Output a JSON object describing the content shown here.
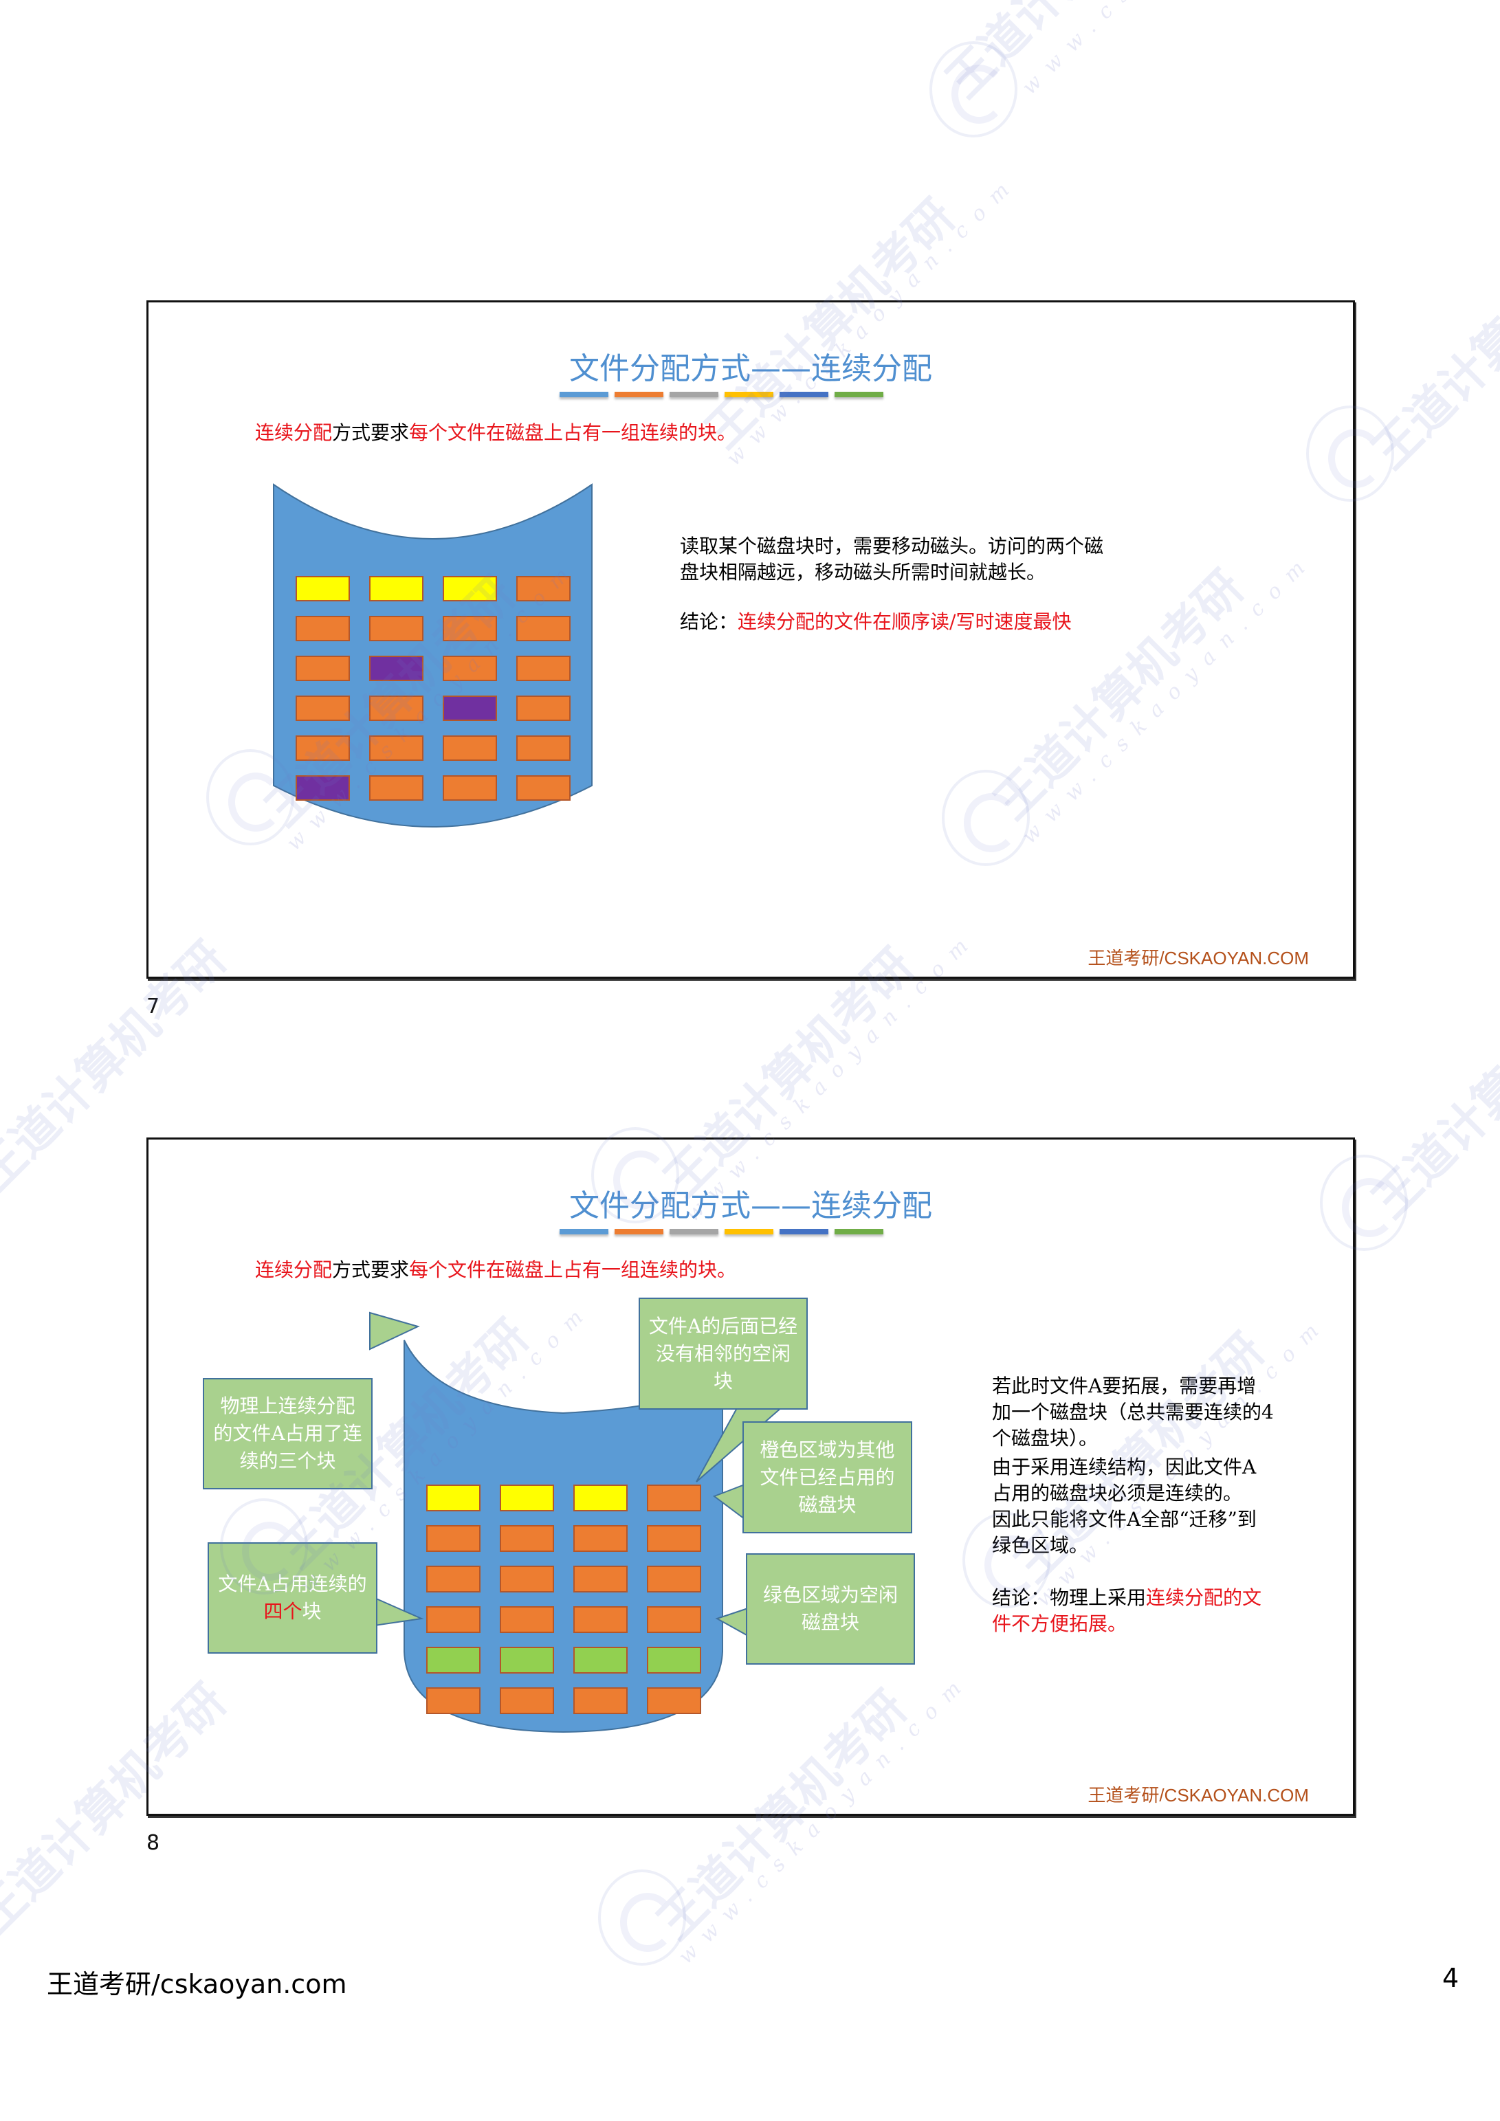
{
  "slides": [
    {
      "number": "7",
      "title": "文件分配方式——连续分配",
      "title_bar_colors": [
        "#5B9BD5",
        "#ED7D31",
        "#A5A5A5",
        "#FFC000",
        "#4472C4",
        "#70AD47"
      ],
      "lead": {
        "part1": "连续分配",
        "part2": "方式要求",
        "part3": "每个文件在磁盘上占有一组连续的块。"
      },
      "disk_grid": {
        "rows": [
          [
            "yellow",
            "yellow",
            "yellow",
            "orange"
          ],
          [
            "orange",
            "orange",
            "orange",
            "orange"
          ],
          [
            "orange",
            "purple",
            "orange",
            "orange"
          ],
          [
            "orange",
            "orange",
            "purple",
            "orange"
          ],
          [
            "orange",
            "orange",
            "orange",
            "orange"
          ],
          [
            "purple",
            "orange",
            "orange",
            "orange"
          ]
        ]
      },
      "explanation": {
        "line1": "读取某个磁盘块时，需要移动磁头。访问的两个磁",
        "line2": "盘块相隔越远，移动磁头所需时间就越长。",
        "conclusion_label": "结论：",
        "conclusion_text": "连续分配的文件在顺序读/写时速度最快"
      },
      "footer_brand": "王道考研/CSKAOYAN.COM"
    },
    {
      "number": "8",
      "title": "文件分配方式——连续分配",
      "title_bar_colors": [
        "#5B9BD5",
        "#ED7D31",
        "#A5A5A5",
        "#FFC000",
        "#4472C4",
        "#70AD47"
      ],
      "lead": {
        "part1": "连续分配",
        "part2": "方式要求",
        "part3": "每个文件在磁盘上占有一组连续的块。"
      },
      "disk_grid": {
        "rows": [
          [
            "yellow",
            "yellow",
            "yellow",
            "orange"
          ],
          [
            "orange",
            "orange",
            "orange",
            "orange"
          ],
          [
            "orange",
            "orange",
            "orange",
            "orange"
          ],
          [
            "orange",
            "orange",
            "orange",
            "orange"
          ],
          [
            "green",
            "green",
            "green",
            "green"
          ],
          [
            "orange",
            "orange",
            "orange",
            "orange"
          ]
        ]
      },
      "callouts": {
        "contiguous_three": "物理上连续分配的文件A占用了连续的三个块",
        "no_adjacent_free": "文件A的后面已经没有相邻的空闲块",
        "orange_meaning": "橙色区域为其他文件已经占用的磁盘块",
        "four_blocks_pre": "文件A占用连续的",
        "four_blocks_red": "四个",
        "four_blocks_post": "块",
        "green_meaning": "绿色区域为空闲磁盘块"
      },
      "explanation": {
        "p1": "若此时文件A要拓展，需要再增加一个磁盘块（总共需要连续的4个磁盘块）。",
        "p2": "由于采用连续结构，因此文件A占用的磁盘块必须是连续的。",
        "p3": "因此只能将文件A全部“迁移”到绿色区域。",
        "conclusion_label": "结论：物理上采用",
        "conclusion_text": "连续分配的文件不方便拓展。"
      },
      "footer_brand": "王道考研/CSKAOYAN.COM"
    }
  ],
  "colors": {
    "yellow": "#FFFF00",
    "orange": "#ED7D31",
    "purple": "#7030A0",
    "green": "#92D050",
    "disk": "#5B9BD5",
    "callout": "#A9D18E",
    "title": "#4F8FD0",
    "highlight": "#E8141B",
    "brand": "#B4501A"
  },
  "page_footer": {
    "left": "王道考研/cskaoyan.com",
    "page_number": "4"
  },
  "watermark": {
    "brand": "王道计算机考研",
    "url": "www.cskaoyan.com"
  }
}
